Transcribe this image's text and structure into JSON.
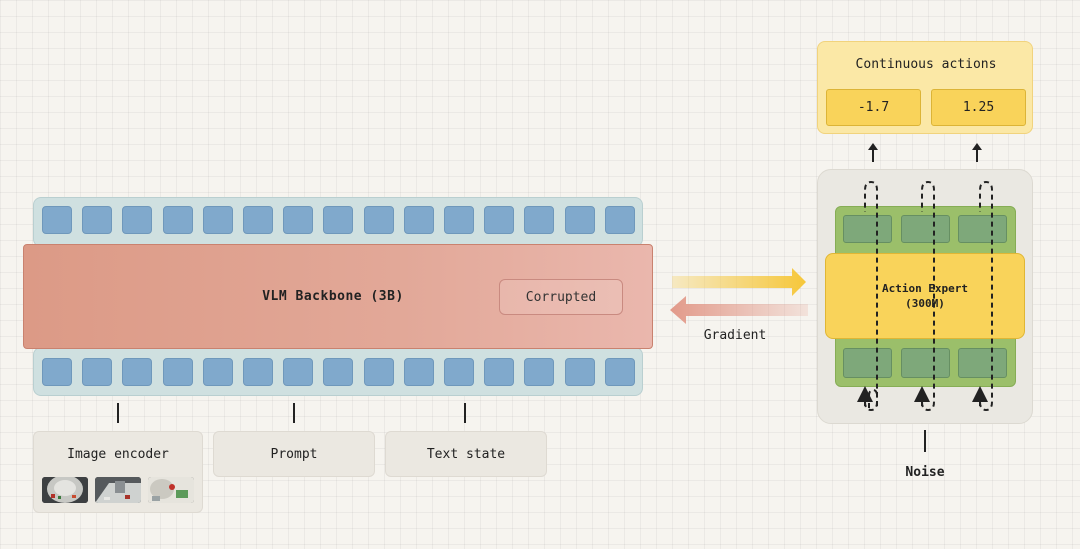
{
  "vlm": {
    "title": "VLM Backbone (3B)",
    "corrupted_label": "Corrupted",
    "token_count": 15
  },
  "inputs": {
    "image_encoder": "Image encoder",
    "prompt": "Prompt",
    "text_state": "Text state"
  },
  "flow": {
    "gradient_label": "Gradient"
  },
  "action_expert": {
    "title_line1": "Action Expert",
    "title_line2": "(300M)",
    "noise_label": "Noise"
  },
  "outputs": {
    "title": "Continuous actions",
    "values": [
      "-1.7",
      "1.25"
    ]
  },
  "colors": {
    "token_blue": "#80a9cc",
    "backbone_red": "#dc9a86",
    "forward_arrow": "#f6c73a",
    "gradient_arrow": "#e29a8a",
    "expert_yellow": "#f9d35a",
    "expert_green": "#9bbf6a"
  }
}
